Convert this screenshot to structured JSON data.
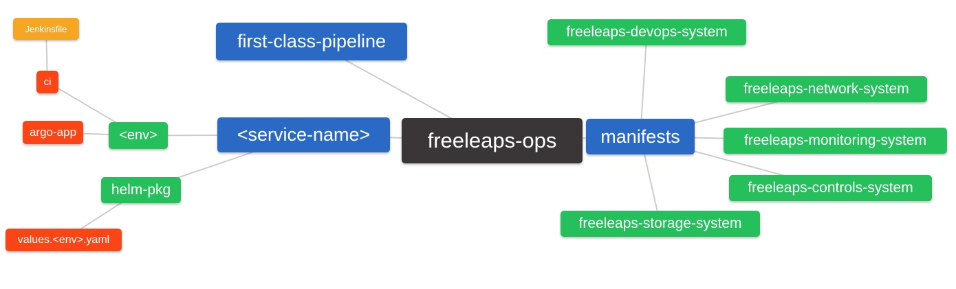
{
  "diagram": {
    "background": "#ffffff",
    "line_color": "#cccccc",
    "line_width": 2,
    "palette": {
      "blue": "#2a6ac4",
      "green": "#25bf5c",
      "orange": "#f5a623",
      "red": "#fa4616",
      "dark": "#3a3637",
      "text": "#ffffff"
    },
    "nodes": {
      "freeleaps_ops": {
        "label": "freeleaps-ops",
        "color": "dark"
      },
      "first_class_pipeline": {
        "label": "first-class-pipeline",
        "color": "blue"
      },
      "service_name": {
        "label": "<service-name>",
        "color": "blue"
      },
      "manifests": {
        "label": "manifests",
        "color": "blue"
      },
      "env": {
        "label": "<env>",
        "color": "green"
      },
      "helm_pkg": {
        "label": "helm-pkg",
        "color": "green"
      },
      "ci": {
        "label": "ci",
        "color": "red"
      },
      "argo_app": {
        "label": "argo-app",
        "color": "red"
      },
      "jenkinsfile": {
        "label": "Jenkinsfile",
        "color": "orange"
      },
      "values_env_yaml": {
        "label": "values.<env>.yaml",
        "color": "red"
      },
      "devops_system": {
        "label": "freeleaps-devops-system",
        "color": "green"
      },
      "network_system": {
        "label": "freeleaps-network-system",
        "color": "green"
      },
      "monitoring_system": {
        "label": "freeleaps-monitoring-system",
        "color": "green"
      },
      "controls_system": {
        "label": "freeleaps-controls-system",
        "color": "green"
      },
      "storage_system": {
        "label": "freeleaps-storage-system",
        "color": "green"
      }
    },
    "edges": [
      [
        "jenkinsfile",
        "ci"
      ],
      [
        "ci",
        "env"
      ],
      [
        "argo_app",
        "env"
      ],
      [
        "env",
        "service_name"
      ],
      [
        "helm_pkg",
        "service_name"
      ],
      [
        "values_env_yaml",
        "helm_pkg"
      ],
      [
        "first_class_pipeline",
        "freeleaps_ops"
      ],
      [
        "service_name",
        "freeleaps_ops"
      ],
      [
        "freeleaps_ops",
        "manifests"
      ],
      [
        "manifests",
        "devops_system"
      ],
      [
        "manifests",
        "network_system"
      ],
      [
        "manifests",
        "monitoring_system"
      ],
      [
        "manifests",
        "controls_system"
      ],
      [
        "manifests",
        "storage_system"
      ]
    ]
  }
}
